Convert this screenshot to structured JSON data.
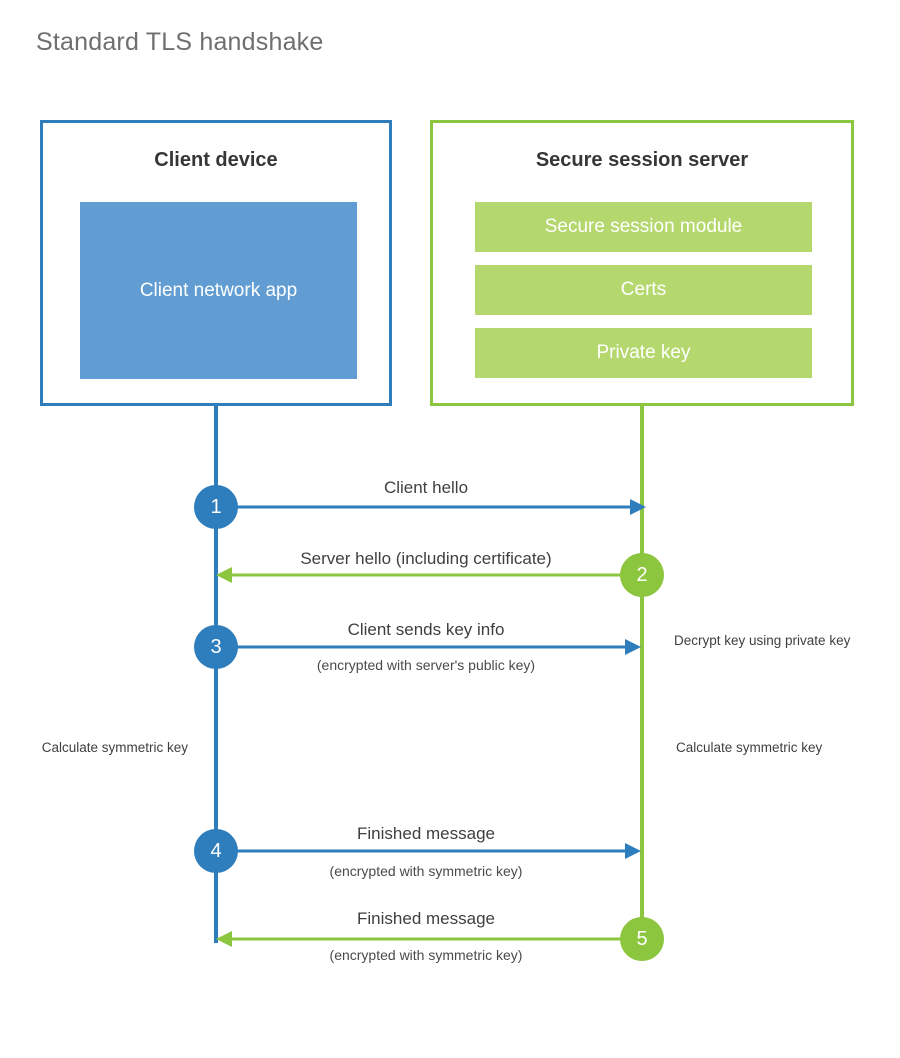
{
  "title": "Standard TLS handshake",
  "colors": {
    "client_blue": "#2e7dbc",
    "client_app_blue": "#619dd3",
    "server_green": "#8cc63f",
    "server_bar_green": "#b5d86e",
    "title_gray": "#6f6f6f",
    "text_dark": "#363636"
  },
  "actors": {
    "client": {
      "title": "Client device",
      "app_label": "Client network app"
    },
    "server": {
      "title": "Secure session server",
      "modules": [
        "Secure session module",
        "Certs",
        "Private key"
      ]
    }
  },
  "steps": [
    {
      "number": "1",
      "label": "Client hello",
      "sublabel": "",
      "direction": "client-to-server",
      "color": "blue"
    },
    {
      "number": "2",
      "label": "Server hello (including certificate)",
      "sublabel": "",
      "direction": "server-to-client",
      "color": "green"
    },
    {
      "number": "3",
      "label": "Client sends key info",
      "sublabel": "(encrypted with server's public key)",
      "direction": "client-to-server",
      "color": "blue"
    },
    {
      "number": "4",
      "label": "Finished message",
      "sublabel": "(encrypted with symmetric key)",
      "direction": "client-to-server",
      "color": "blue"
    },
    {
      "number": "5",
      "label": "Finished message",
      "sublabel": "(encrypted with symmetric key)",
      "direction": "server-to-client",
      "color": "green"
    }
  ],
  "notes": {
    "server_decrypt": "Decrypt key using private key",
    "client_calculate": "Calculate symmetric key",
    "server_calculate": "Calculate symmetric key"
  }
}
